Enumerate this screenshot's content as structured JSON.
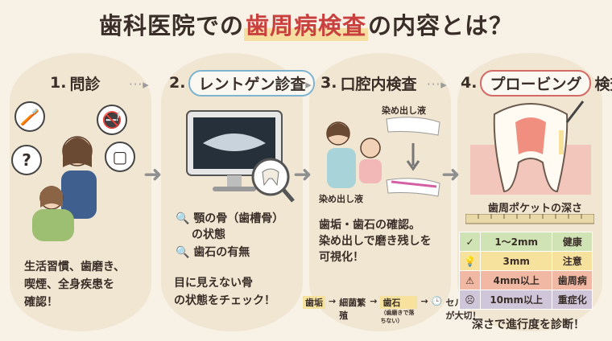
{
  "title": {
    "part1": "歯科医院での",
    "highlight": "歯周病検査",
    "part2": "の内容とは？"
  },
  "steps": [
    {
      "number": "1.",
      "label": "問診",
      "description": [
        "生活習慣、歯磨き、",
        "喫煙、全身疾患を",
        "確認！"
      ]
    },
    {
      "number": "2.",
      "label": "レントゲン診査",
      "checks": [
        "顎の骨（歯槽骨）",
        "の状態",
        "歯石の有無"
      ],
      "description": [
        "目に見えない骨",
        "の状態をチェック！"
      ]
    },
    {
      "number": "3.",
      "label": "口腔内検査",
      "stain_label_top": "染め出し液",
      "stain_label_bottom": "染め出し液",
      "description": [
        "歯垢・歯石の確認。",
        "染め出しで磨き残しを",
        "可視化！"
      ],
      "flow": {
        "plaque": "歯垢",
        "bacteria": "細菌繁殖",
        "tartar": "歯石",
        "tartar_note": "（歯磨きで落ちない）",
        "selfcare": "セルフケアが大切！"
      }
    },
    {
      "number": "4.",
      "label": "プロービング",
      "label_suffix": "検査",
      "pocket_label": "歯周ポケットの深さ",
      "table": [
        {
          "depth": "1〜2mm",
          "status": "健康",
          "color": "#cfe3b4",
          "icon": "✓"
        },
        {
          "depth": "3mm",
          "status": "注意",
          "color": "#f6e29d",
          "icon": "💡"
        },
        {
          "depth": "4mm以上",
          "status": "歯周病",
          "color": "#f1b9a3",
          "icon": "⚠"
        },
        {
          "depth": "10mm以上",
          "status": "重症化",
          "color": "#cfc6da",
          "icon": "☹"
        }
      ],
      "description": "深さで進行度を診断！"
    }
  ]
}
